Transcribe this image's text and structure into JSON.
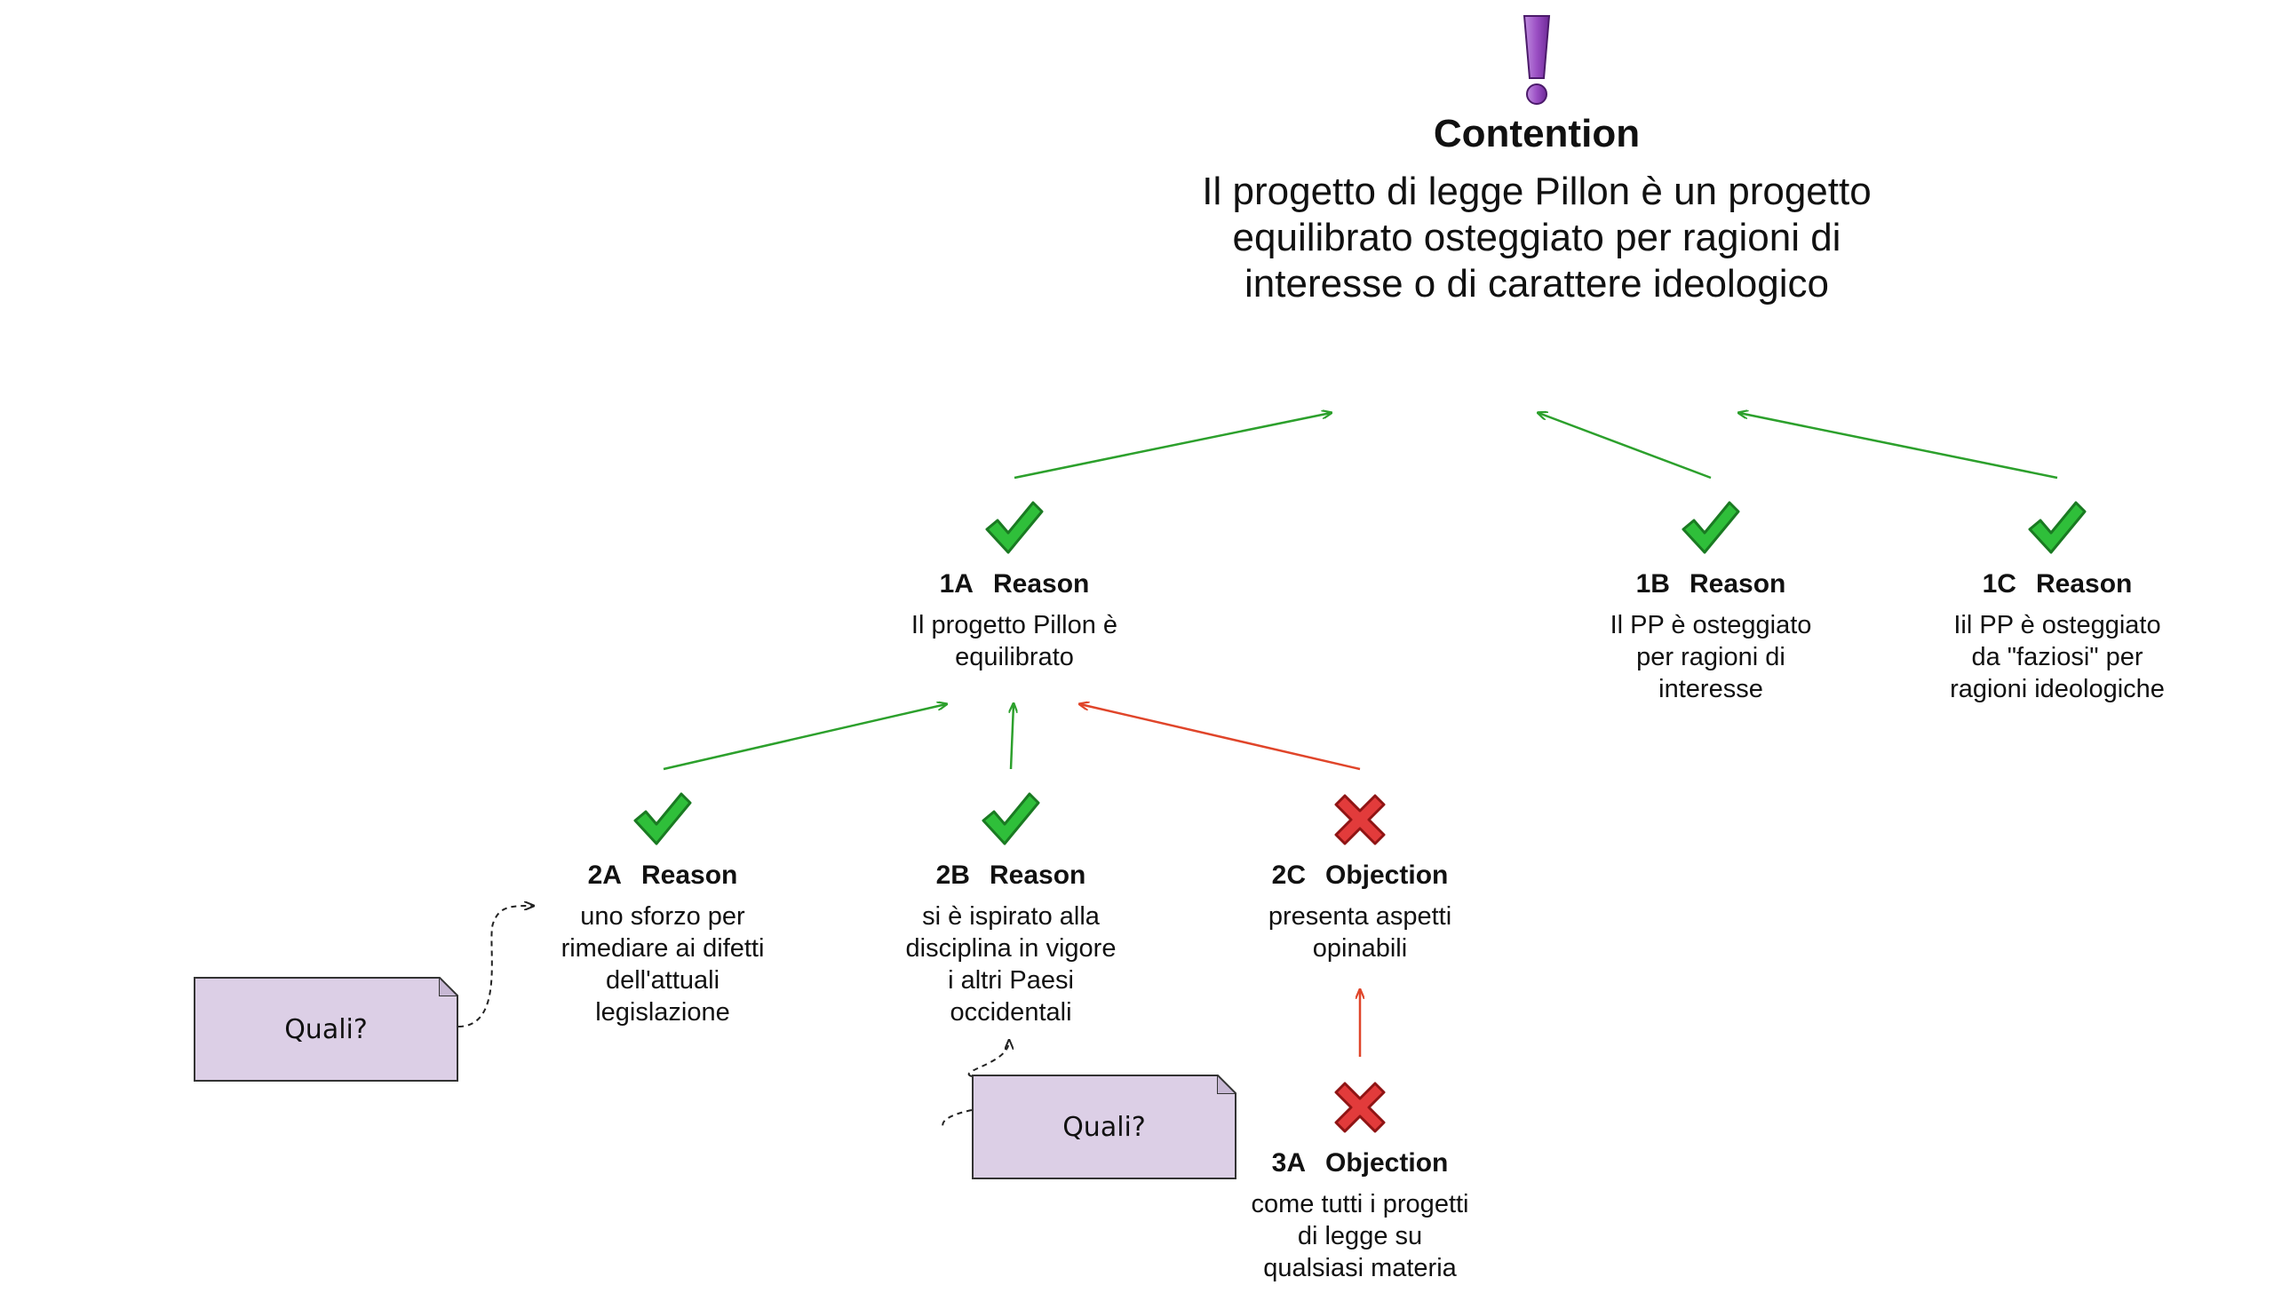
{
  "colors": {
    "support_arrow": "#2ca02c",
    "objection_arrow": "#e0452a",
    "note_fill": "#dccfe6",
    "check_green": "#2fbf3a",
    "cross_red": "#e23b3b",
    "exclamation_purple": "#9b4fc4"
  },
  "contention": {
    "icon": "exclamation-icon",
    "title": "Contention",
    "text": "Il progetto di legge Pillon è un progetto\nequilibrato osteggiato per ragioni di\ninteresse o di carattere ideologico"
  },
  "nodes": {
    "n1A": {
      "icon": "check-icon",
      "id": "1A",
      "type": "Reason",
      "text": "Il progetto Pillon è\nequilibrato"
    },
    "n1B": {
      "icon": "check-icon",
      "id": "1B",
      "type": "Reason",
      "text": "Il PP è osteggiato\nper ragioni di\ninteresse"
    },
    "n1C": {
      "icon": "check-icon",
      "id": "1C",
      "type": "Reason",
      "text": "Iil PP è osteggiato\nda \"faziosi\" per\nragioni ideologiche"
    },
    "n2A": {
      "icon": "check-icon",
      "id": "2A",
      "type": "Reason",
      "text": "uno sforzo per\nrimediare ai difetti\ndell'attuali\nlegislazione"
    },
    "n2B": {
      "icon": "check-icon",
      "id": "2B",
      "type": "Reason",
      "text": "si è ispirato alla\ndisciplina in vigore\ni  altri Paesi\noccidentali"
    },
    "n2C": {
      "icon": "cross-icon",
      "id": "2C",
      "type": "Objection",
      "text": "presenta aspetti\nopinabili"
    },
    "n3A": {
      "icon": "cross-icon",
      "id": "3A",
      "type": "Objection",
      "text": "come tutti i progetti\ndi legge su\nqualsiasi materia"
    }
  },
  "notes": {
    "note1": {
      "text": "Quali?"
    },
    "note2": {
      "text": "Quali?"
    }
  }
}
